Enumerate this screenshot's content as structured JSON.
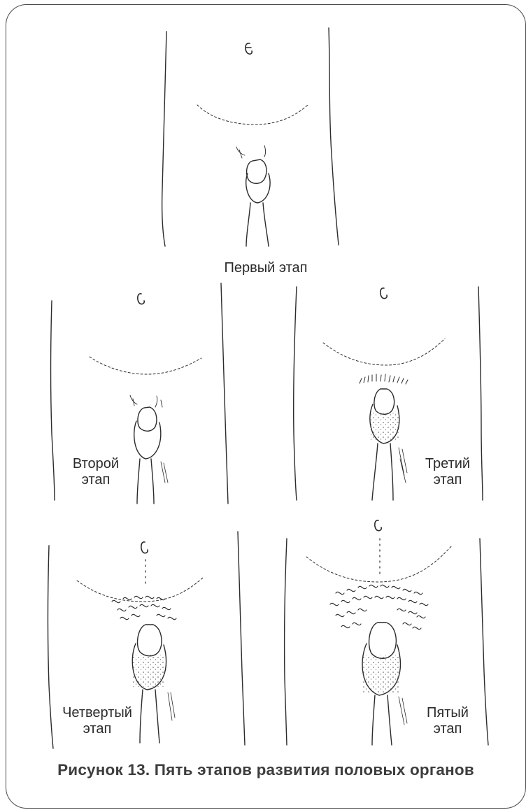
{
  "figure": {
    "stages": [
      {
        "label": "Первый этап"
      },
      {
        "label_line1": "Второй",
        "label_line2": "этап"
      },
      {
        "label_line1": "Третий",
        "label_line2": "этап"
      },
      {
        "label_line1": "Четвертый",
        "label_line2": "этап"
      },
      {
        "label_line1": "Пятый",
        "label_line2": "этап"
      }
    ],
    "caption": "Рисунок 13. Пять этапов развития половых органов"
  },
  "colors": {
    "ink": "#2b2b2b",
    "caption": "#3d3d3d",
    "frame": "#4a4a4a",
    "background": "#ffffff"
  }
}
